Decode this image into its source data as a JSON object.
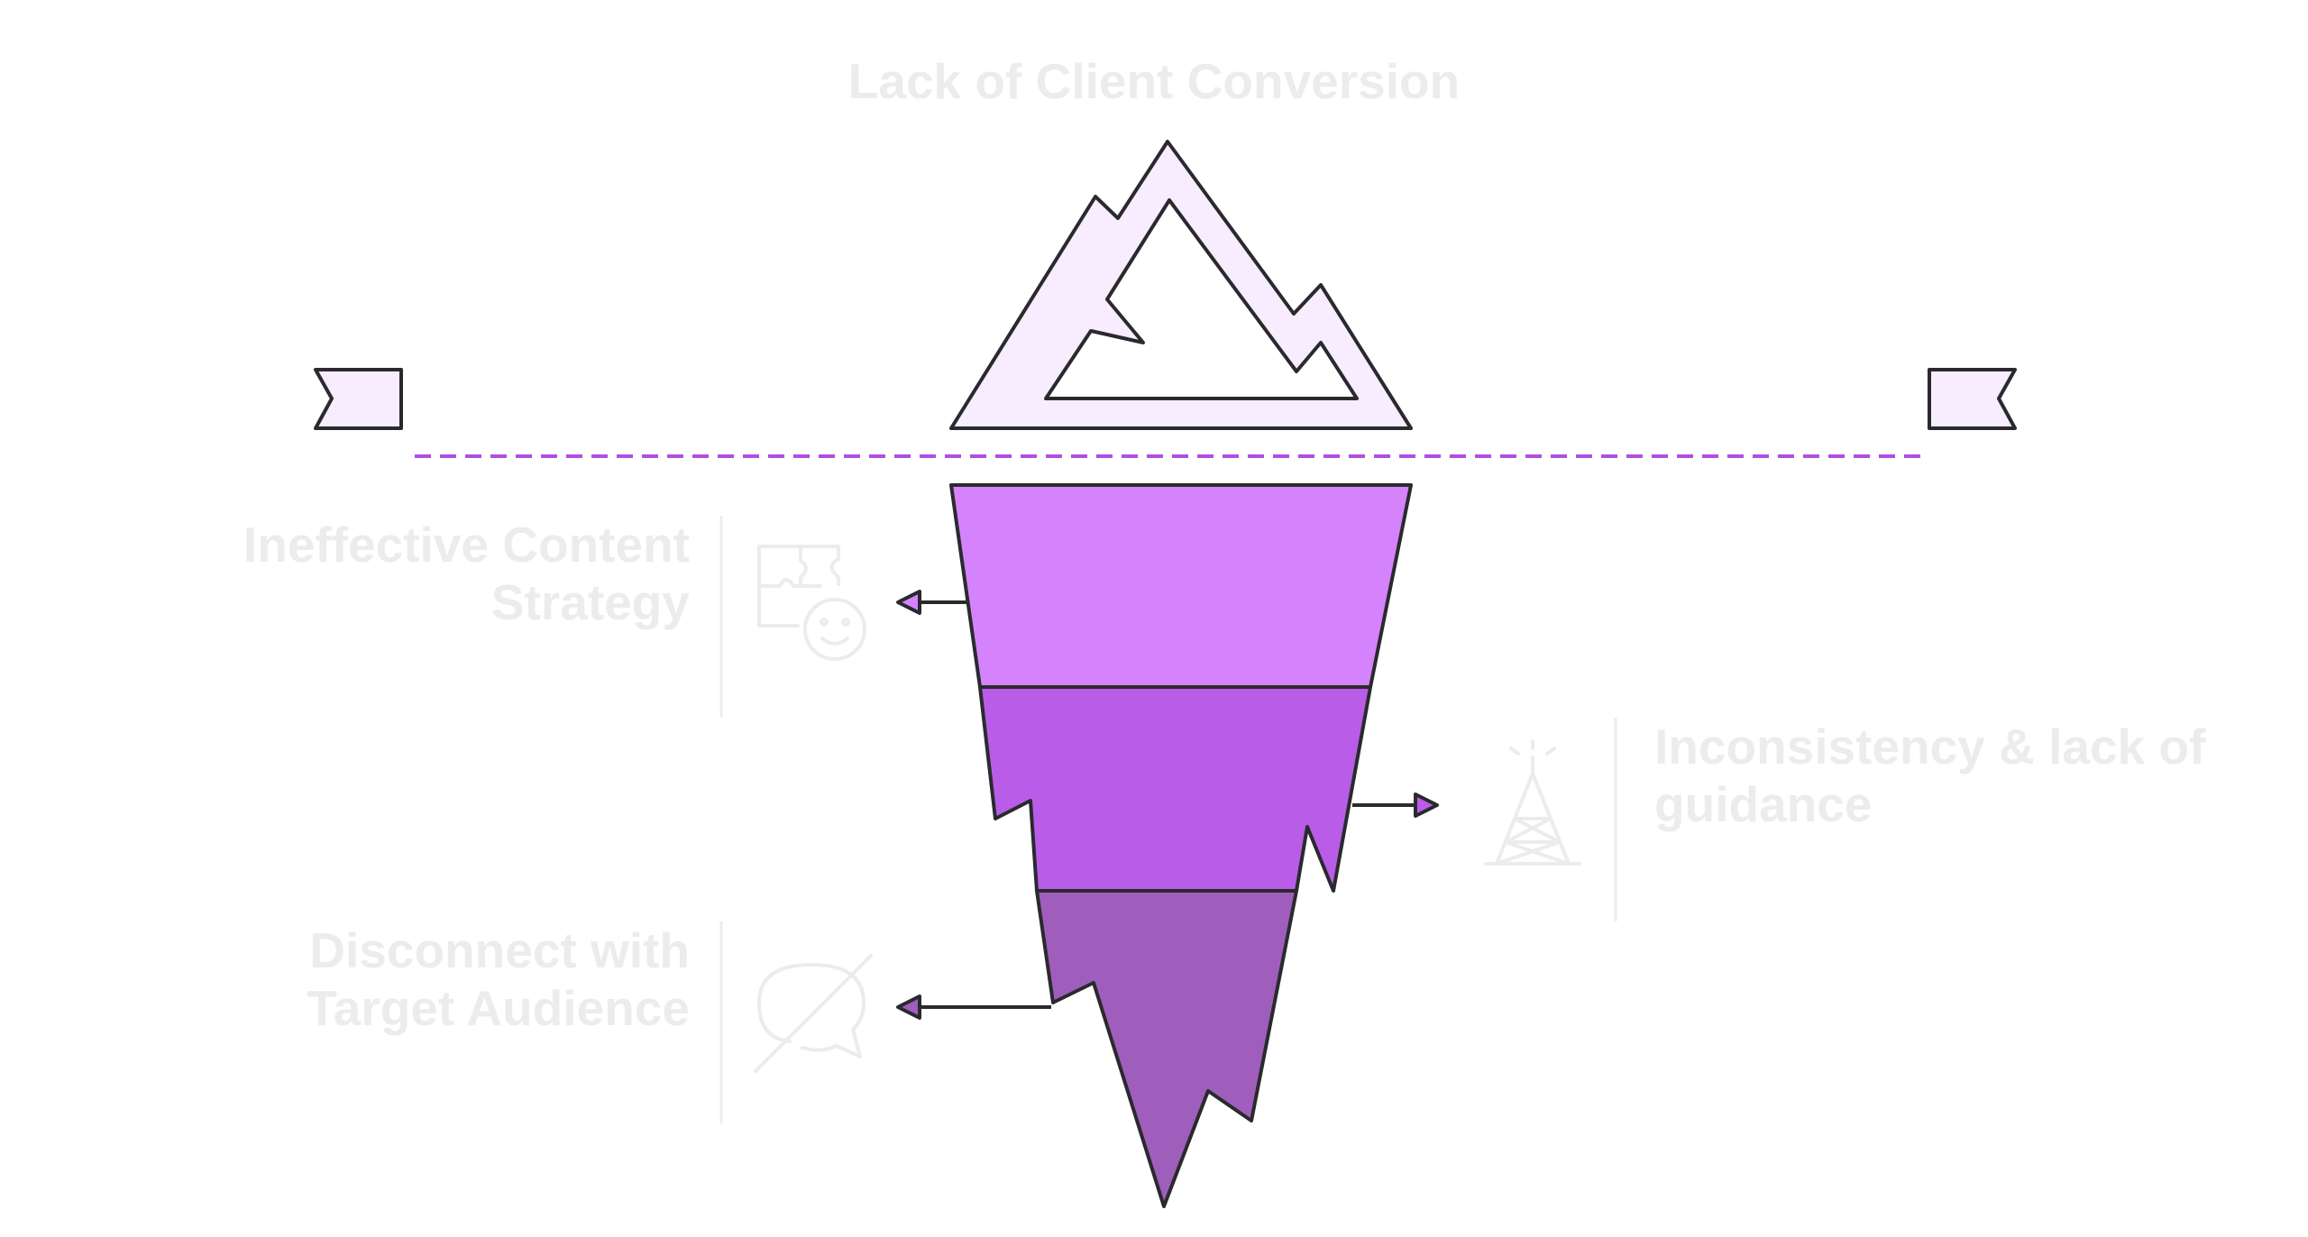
{
  "title": "Lack of Client Conversion",
  "layers": [
    {
      "label": "Ineffective Content Strategy",
      "icon": "puzzle-face-icon",
      "fill": "#d583fd"
    },
    {
      "label": "Inconsistency & lack of guidance",
      "icon": "signal-tower-icon",
      "fill": "#b95de8"
    },
    {
      "label": "Disconnect with Target Audience",
      "icon": "no-speech-bubble-icon",
      "fill": "#a05ebc"
    }
  ],
  "colors": {
    "tip_fill": "#f8ecff",
    "outline": "#2a2a2e",
    "waterline": "#b04fe0",
    "label_text": "#ececec",
    "divider": "#ececec"
  }
}
